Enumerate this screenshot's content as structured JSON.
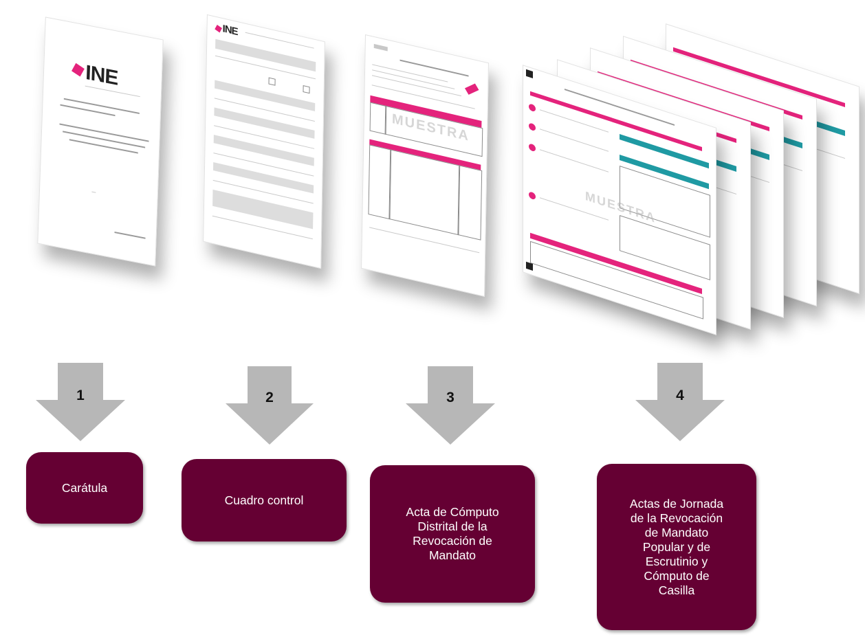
{
  "steps": [
    {
      "number": "1",
      "label": "Carátula"
    },
    {
      "number": "2",
      "label": "Cuadro control"
    },
    {
      "number": "3",
      "label": "Acta de Cómputo\nDistrital de la\nRevocación de\nMandato"
    },
    {
      "number": "4",
      "label": "Actas de Jornada\nde la Revocación\nde Mandato\nPopular y de\nEscrutinio y\nCómputo de\nCasilla"
    }
  ],
  "document_images": {
    "logo_text": "INE",
    "watermark_text": "MUESTRA"
  },
  "colors": {
    "box_fill": "#650033",
    "arrow_fill": "#b7b7b7",
    "ine_pink": "#e4237c",
    "acta_teal": "#1f9aa3"
  }
}
